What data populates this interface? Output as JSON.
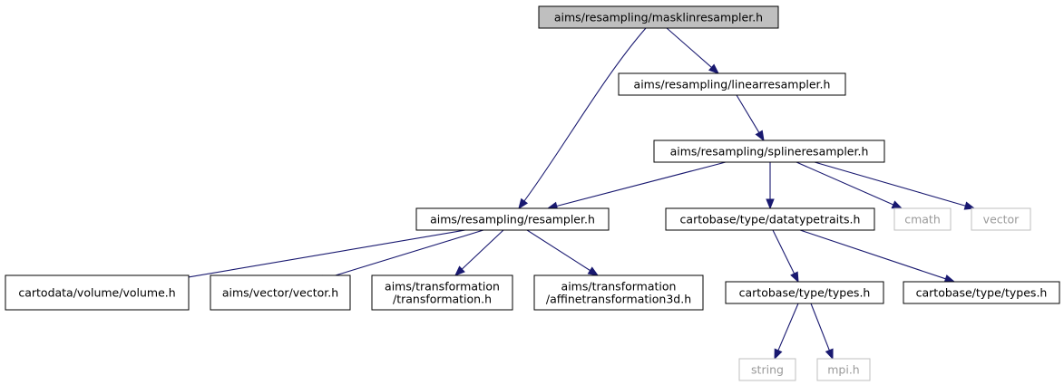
{
  "diagram": {
    "nodes": [
      {
        "id": "masklin",
        "lines": [
          "aims/resampling/masklinresampler.h"
        ],
        "style": "root"
      },
      {
        "id": "linear",
        "lines": [
          "aims/resampling/linearresampler.h"
        ],
        "style": "normal"
      },
      {
        "id": "spline",
        "lines": [
          "aims/resampling/splineresampler.h"
        ],
        "style": "normal"
      },
      {
        "id": "resampler",
        "lines": [
          "aims/resampling/resampler.h"
        ],
        "style": "normal"
      },
      {
        "id": "datatypetraits",
        "lines": [
          "cartobase/type/datatypetraits.h"
        ],
        "style": "normal"
      },
      {
        "id": "cmath",
        "lines": [
          "cmath"
        ],
        "style": "external"
      },
      {
        "id": "vector",
        "lines": [
          "vector"
        ],
        "style": "external"
      },
      {
        "id": "volume",
        "lines": [
          "cartodata/volume/volume.h"
        ],
        "style": "normal"
      },
      {
        "id": "aimsvector",
        "lines": [
          "aims/vector/vector.h"
        ],
        "style": "normal"
      },
      {
        "id": "transformation",
        "lines": [
          "aims/transformation",
          "/transformation.h"
        ],
        "style": "normal"
      },
      {
        "id": "affine",
        "lines": [
          "aims/transformation",
          "/affinetransformation3d.h"
        ],
        "style": "normal"
      },
      {
        "id": "types1",
        "lines": [
          "cartobase/type/types.h"
        ],
        "style": "normal"
      },
      {
        "id": "types2",
        "lines": [
          "cartobase/type/types.h"
        ],
        "style": "normal"
      },
      {
        "id": "string",
        "lines": [
          "string"
        ],
        "style": "external"
      },
      {
        "id": "mpi",
        "lines": [
          "mpi.h"
        ],
        "style": "external"
      }
    ],
    "edges": [
      {
        "from": "masklin",
        "to": "linear"
      },
      {
        "from": "masklin",
        "to": "resampler"
      },
      {
        "from": "linear",
        "to": "spline"
      },
      {
        "from": "spline",
        "to": "resampler"
      },
      {
        "from": "spline",
        "to": "datatypetraits"
      },
      {
        "from": "spline",
        "to": "cmath"
      },
      {
        "from": "spline",
        "to": "vector"
      },
      {
        "from": "resampler",
        "to": "volume"
      },
      {
        "from": "resampler",
        "to": "aimsvector"
      },
      {
        "from": "resampler",
        "to": "transformation"
      },
      {
        "from": "resampler",
        "to": "affine"
      },
      {
        "from": "datatypetraits",
        "to": "types1"
      },
      {
        "from": "datatypetraits",
        "to": "types2"
      },
      {
        "from": "types1",
        "to": "string"
      },
      {
        "from": "types1",
        "to": "mpi"
      }
    ],
    "colors": {
      "edge": "#191970",
      "root_fill": "#bfbfbf",
      "external_border": "#bfbfbf",
      "external_text": "#9a9a9a"
    }
  }
}
